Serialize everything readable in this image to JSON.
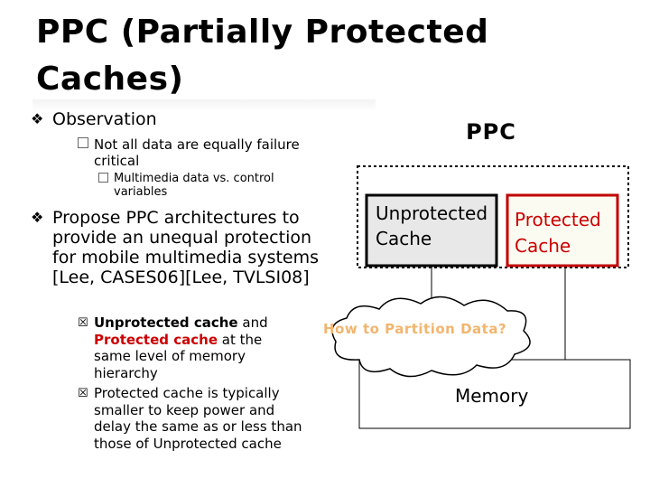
{
  "title": "PPC (Partially Protected Caches)",
  "bullets": {
    "observation": {
      "marker": "z",
      "text": "Observation",
      "sub": {
        "marker": "o",
        "text": "Not all data are equally failure critical",
        "sub": {
          "marker": "o",
          "text": "Multimedia data vs. control variables"
        }
      }
    },
    "propose": {
      "marker": "z",
      "text": "Propose PPC architectures to provide an unequal protection for mobile multimedia systems [Lee, CASES06][Lee, TVLSI08]",
      "items": [
        {
          "marker": "y",
          "part1": "Unprotected cache",
          "part2": " and ",
          "part3": "Protected cache",
          "part4": " at the same level of memory hierarchy"
        },
        {
          "marker": "y",
          "text": "Protected cache is typically smaller to keep power and delay the same as or less than those of Unprotected cache"
        }
      ]
    }
  },
  "diagram": {
    "ppc_label": "PPC",
    "unprotected_label": "Unprotected Cache",
    "protected_label": "Protected Cache",
    "cloud_label": "How to Partition Data?",
    "memory_label": "Memory"
  },
  "colors": {
    "accent_red": "#cc0000",
    "cloud_text": "#f2b56e",
    "unprotected_fill": "#e8e8e8",
    "protected_fill": "#fbfbf2"
  }
}
